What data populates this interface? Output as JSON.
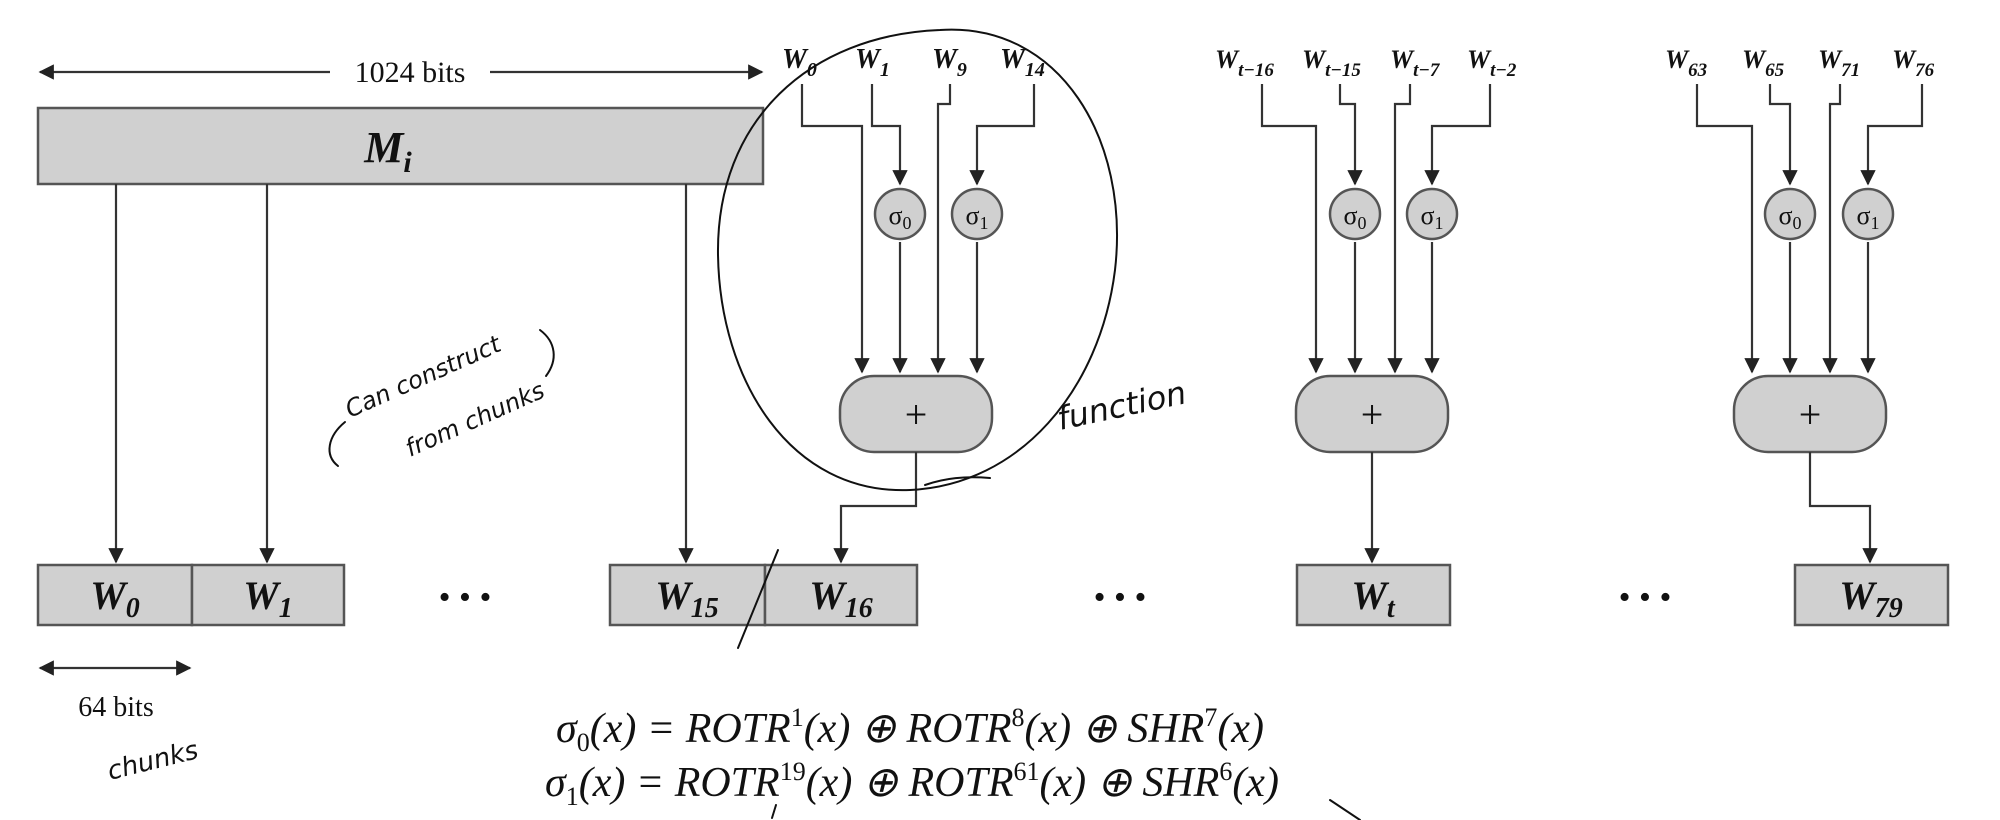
{
  "message_block": {
    "label": "M",
    "subscript": "i",
    "width_label": "1024 bits"
  },
  "chunk_width_label": "64 bits",
  "words": [
    {
      "base": "W",
      "sub": "0"
    },
    {
      "base": "W",
      "sub": "1"
    },
    {
      "base": "W",
      "sub": "15"
    },
    {
      "base": "W",
      "sub": "16"
    },
    {
      "base": "W",
      "sub": "t"
    },
    {
      "base": "W",
      "sub": "79"
    }
  ],
  "ellipsis": "• • •",
  "blocks": [
    {
      "inputs": [
        {
          "sub": "0"
        },
        {
          "sub": "1"
        },
        {
          "sub": "9"
        },
        {
          "sub": "14"
        }
      ]
    },
    {
      "inputs": [
        {
          "sub": "t−16"
        },
        {
          "sub": "t−15"
        },
        {
          "sub": "t−7"
        },
        {
          "sub": "t−2"
        }
      ]
    },
    {
      "inputs": [
        {
          "sub": "63"
        },
        {
          "sub": "65"
        },
        {
          "sub": "71"
        },
        {
          "sub": "76"
        }
      ]
    }
  ],
  "input_base": "W",
  "sigma0": {
    "symbol": "σ",
    "sub": "0"
  },
  "sigma1": {
    "symbol": "σ",
    "sub": "1"
  },
  "adder_symbol": "+",
  "formulas": [
    {
      "lhs_sym": "σ",
      "lhs_sub": "0",
      "lhs_rest": "(x) = ",
      "t1": "ROTR",
      "p1": "1",
      "r1": "(x) ⊕ ",
      "t2": "ROTR",
      "p2": "8",
      "r2": "(x) ⊕ ",
      "t3": "SHR",
      "p3": "7",
      "r3": "(x)"
    },
    {
      "lhs_sym": "σ",
      "lhs_sub": "1",
      "lhs_rest": "(x) = ",
      "t1": "ROTR",
      "p1": "19",
      "r1": "(x) ⊕ ",
      "t2": "ROTR",
      "p2": "61",
      "r2": "(x) ⊕ ",
      "t3": "SHR",
      "p3": "6",
      "r3": "(x)"
    }
  ],
  "annotations": {
    "construct_line1": "Can construct",
    "construct_line2": "from chunks",
    "function": "function",
    "chunks": "chunks"
  }
}
